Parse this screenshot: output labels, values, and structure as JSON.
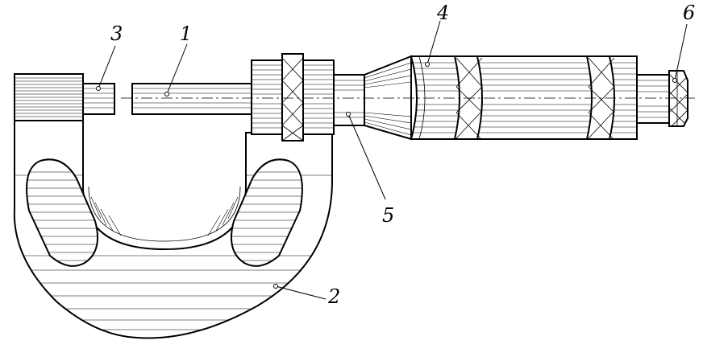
{
  "callouts": [
    {
      "id": "1",
      "text": "1"
    },
    {
      "id": "2",
      "text": "2"
    },
    {
      "id": "3",
      "text": "3"
    },
    {
      "id": "4",
      "text": "4"
    },
    {
      "id": "5",
      "text": "5"
    },
    {
      "id": "6",
      "text": "6"
    }
  ],
  "colors": {
    "line": "#000000",
    "background": "#ffffff"
  }
}
